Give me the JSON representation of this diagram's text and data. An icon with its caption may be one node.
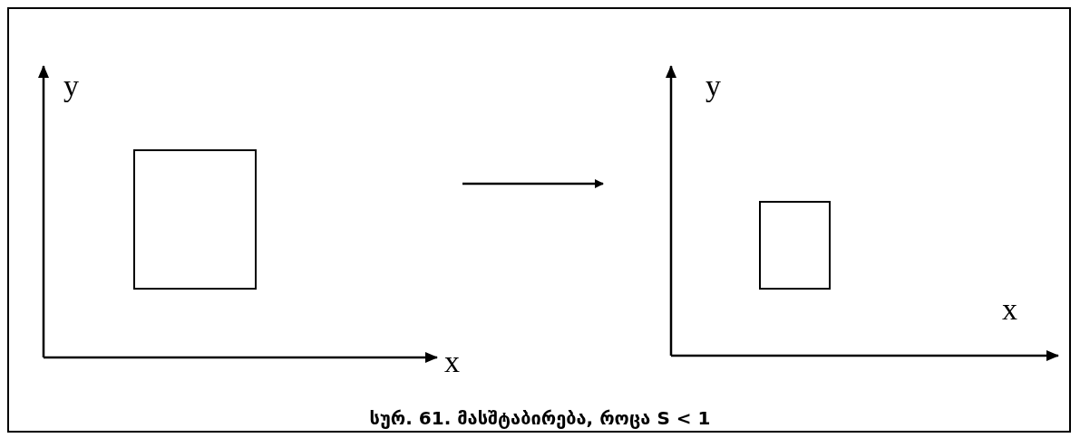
{
  "diagram": {
    "caption": "სურ. 61.  მასშტაბირება, როცა S < 1",
    "nodes": [
      {
        "text": [],
        "shape": "picture"
      },
      {
        "text": [],
        "shape": "box",
        "in": 0
      },
      {
        "text": [],
        "shape": "picture"
      },
      {
        "text": [],
        "shape": "box",
        "in": 2
      }
    ],
    "edges": [
      {
        "from": 0,
        "to": 2,
        "arrow": "to"
      }
    ],
    "labels": [
      "y",
      "x",
      "y",
      "x"
    ]
  }
}
